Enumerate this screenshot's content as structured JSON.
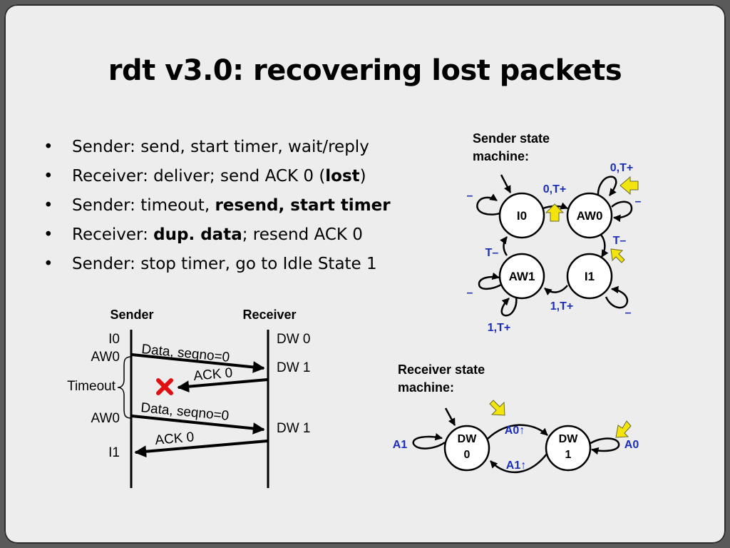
{
  "slide": {
    "title": "rdt v3.0: recovering lost packets",
    "bullets": [
      {
        "text": "Sender: send, start timer, wait/reply"
      },
      {
        "pre": "Receiver: deliver; send ACK 0 (",
        "bold": "lost",
        "post": ")"
      },
      {
        "pre": "Sender: timeout, ",
        "bold": "resend, start timer",
        "post": ""
      },
      {
        "pre": "Receiver: ",
        "bold": "dup. data",
        "post": "; resend ACK 0"
      },
      {
        "text": "Sender: stop timer, go to Idle State 1"
      }
    ]
  },
  "timeline": {
    "sender_label": "Sender",
    "receiver_label": "Receiver",
    "sender_states": [
      "I0",
      "AW0",
      "AW0",
      "I1"
    ],
    "receiver_states": [
      "DW 0",
      "DW 1",
      "DW 1"
    ],
    "timeout_label": "Timeout",
    "messages": [
      "Data, seqno=0",
      "ACK 0",
      "Data, seqno=0",
      "ACK 0"
    ]
  },
  "sender_fsm": {
    "title_line1": "Sender state",
    "title_line2": "machine:",
    "states": [
      "I0",
      "AW0",
      "AW1",
      "I1"
    ],
    "transitions": {
      "i0_self": "–",
      "i0_to_aw0": "0,T+",
      "aw0_self_top": "0,T+",
      "aw0_self_right": "–",
      "aw0_to_i1": "T–",
      "i1_to_aw1": "1,T+",
      "i1_self": "–",
      "aw1_to_i0": "T–",
      "aw1_self_left": "–",
      "aw1_self_bottom": "1,T+"
    }
  },
  "receiver_fsm": {
    "title_line1": "Receiver state",
    "title_line2": "machine:",
    "states": [
      {
        "line1": "DW",
        "line2": "0"
      },
      {
        "line1": "DW",
        "line2": "1"
      }
    ],
    "transitions": {
      "dw0_self": "A1",
      "dw0_to_dw1": "A0↑",
      "dw1_to_dw0": "A1↑",
      "dw1_self": "A0"
    }
  },
  "colors": {
    "transition_label": "#1c2fb8",
    "highlight_arrow": "#f2e40c",
    "lost_marker": "#e01010"
  }
}
